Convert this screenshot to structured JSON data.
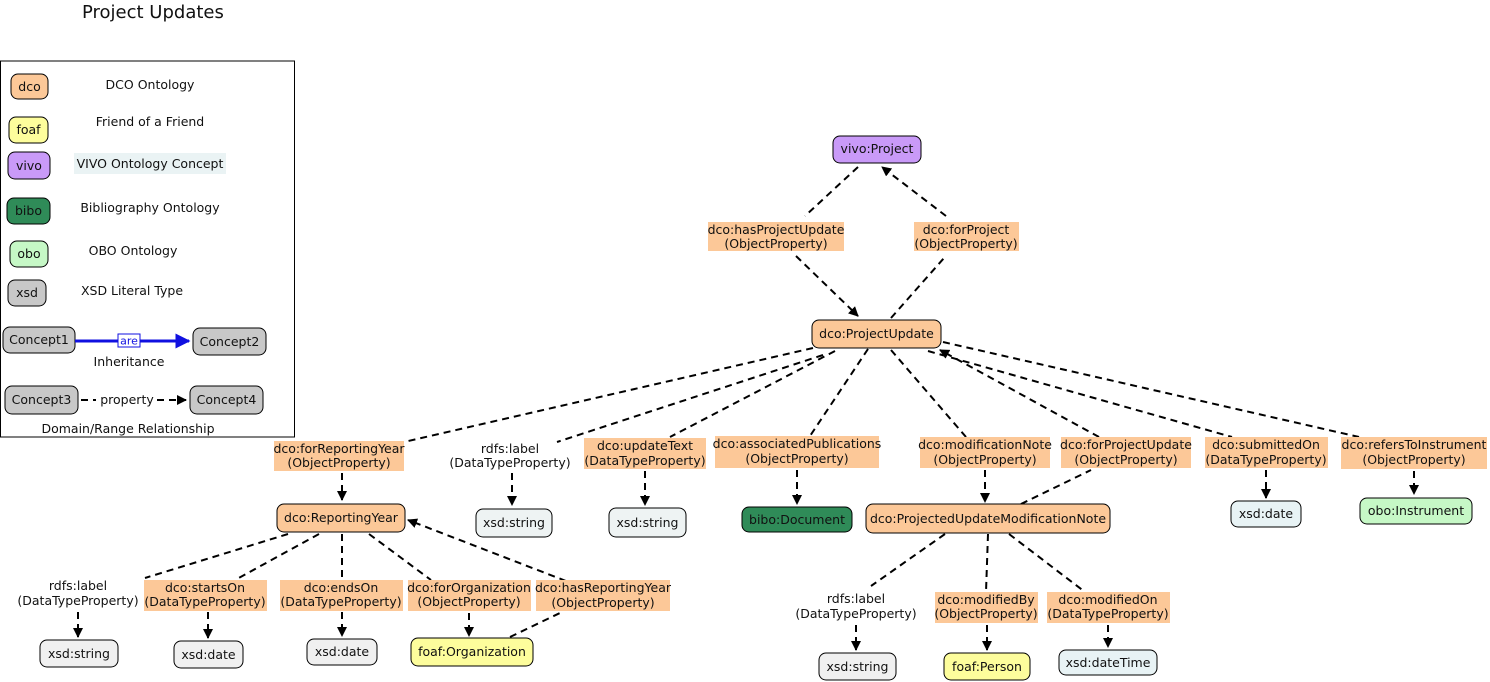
{
  "title": "Project Updates",
  "colors": {
    "dco": "#fcc898",
    "foaf": "#fdfd9c",
    "vivo": "#c99af8",
    "bibo": "#2f8b58",
    "obo": "#c6f8c6",
    "xsd": "#c8c8c8",
    "xsd_light": "#f0f0f0",
    "xsd_date": "#e8f3f5",
    "label_bg": "#fcc898",
    "inherit": "#1010e0"
  },
  "legend": {
    "items": [
      {
        "tag": "dco",
        "desc": "DCO Ontology"
      },
      {
        "tag": "foaf",
        "desc": "Friend of a Friend"
      },
      {
        "tag": "vivo",
        "desc": "VIVO Ontology Concept"
      },
      {
        "tag": "bibo",
        "desc": "Bibliography Ontology"
      },
      {
        "tag": "obo",
        "desc": "OBO Ontology"
      },
      {
        "tag": "xsd",
        "desc": "XSD Literal Type"
      }
    ],
    "inheritance": {
      "from": "Concept1",
      "to": "Concept2",
      "edge_label": "are",
      "caption": "Inheritance"
    },
    "domain_range": {
      "from": "Concept3",
      "to": "Concept4",
      "edge_label": "property",
      "caption": "Domain/Range Relationship"
    }
  },
  "nodes": {
    "project": "vivo:Project",
    "projectupdate": "dco:ProjectUpdate",
    "reportingyear": "dco:ReportingYear",
    "str1": "xsd:string",
    "str2": "xsd:string",
    "bibodoc": "bibo:Document",
    "pumn": "dco:ProjectedUpdateModificationNote",
    "date1": "xsd:date",
    "instrument": "obo:Instrument",
    "str3": "xsd:string",
    "date2": "xsd:date",
    "date3": "xsd:date",
    "organization": "foaf:Organization",
    "str4": "xsd:string",
    "person": "foaf:Person",
    "datetime": "xsd:dateTime"
  },
  "edge_labels": {
    "hasProjectUpdate": [
      "dco:hasProjectUpdate",
      "(ObjectProperty)"
    ],
    "forProject": [
      "dco:forProject",
      "(ObjectProperty)"
    ],
    "forReportingYear": [
      "dco:forReportingYear",
      "(ObjectProperty)"
    ],
    "puLabel": [
      "rdfs:label",
      "(DataTypeProperty)"
    ],
    "updateText": [
      "dco:updateText",
      "(DataTypeProperty)"
    ],
    "associatedPublications": [
      "dco:associatedPublications",
      "(ObjectProperty)"
    ],
    "modificationNote": [
      "dco:modificationNote",
      "(ObjectProperty)"
    ],
    "forProjectUpdate": [
      "dco:forProjectUpdate",
      "(ObjectProperty)"
    ],
    "submittedOn": [
      "dco:submittedOn",
      "(DataTypeProperty)"
    ],
    "refersToInstrument": [
      "dco:refersToInstrument",
      "(ObjectProperty)"
    ],
    "ryLabel": [
      "rdfs:label",
      "(DataTypeProperty)"
    ],
    "startsOn": [
      "dco:startsOn",
      "(DataTypeProperty)"
    ],
    "endsOn": [
      "dco:endsOn",
      "(DataTypeProperty)"
    ],
    "forOrganization": [
      "dco:forOrganization",
      "(ObjectProperty)"
    ],
    "hasReportingYear": [
      "dco:hasReportingYear",
      "(ObjectProperty)"
    ],
    "mnLabel": [
      "rdfs:label",
      "(DataTypeProperty)"
    ],
    "modifiedBy": [
      "dco:modifiedBy",
      "(ObjectProperty)"
    ],
    "modifiedOn": [
      "dco:modifiedOn",
      "(DataTypeProperty)"
    ]
  }
}
